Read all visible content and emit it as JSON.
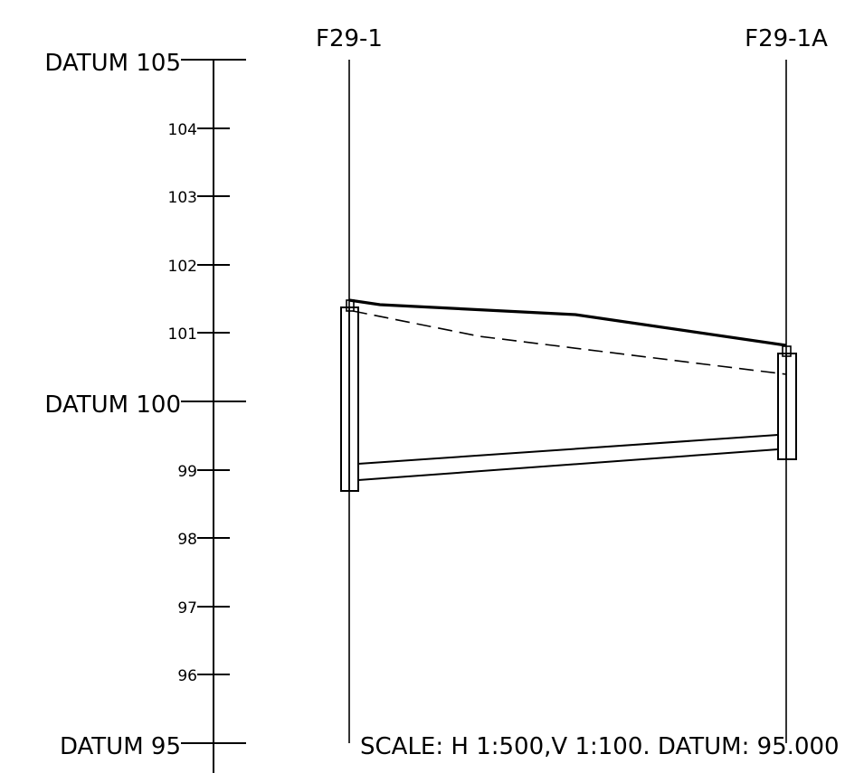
{
  "scale": {
    "datum_top_label": "DATUM 105",
    "datum_mid_label": "DATUM 100",
    "datum_bottom_label": "DATUM 95",
    "ticks": [
      "104",
      "103",
      "102",
      "101",
      "99",
      "98",
      "97",
      "96"
    ]
  },
  "manholes": {
    "upstream": {
      "label": "F29-1",
      "ground_level": 101.5,
      "invert_level": 99.1,
      "top_level": 101.4,
      "bottom_level": 98.7
    },
    "downstream": {
      "label": "F29-1A",
      "ground_level": 100.8,
      "invert_level": 99.5,
      "top_level": 100.7,
      "bottom_level": 99.2
    }
  },
  "profile": {
    "ground_line": [
      {
        "station": 0,
        "level": 101.5
      },
      {
        "station": 0.07,
        "level": 101.4
      },
      {
        "station": 0.52,
        "level": 101.25
      },
      {
        "station": 1,
        "level": 100.8
      }
    ],
    "dashed_line": [
      {
        "station": 0,
        "level": 101.3
      },
      {
        "station": 0.3,
        "level": 100.95
      },
      {
        "station": 1,
        "level": 100.4
      }
    ],
    "pipe": {
      "invert_upstream": 99.1,
      "invert_downstream": 99.5,
      "soffit_upstream": 98.85,
      "soffit_downstream": 99.3
    }
  },
  "footer": {
    "scale_text": "SCALE: H 1:500,V 1:100. DATUM: 95.000"
  }
}
